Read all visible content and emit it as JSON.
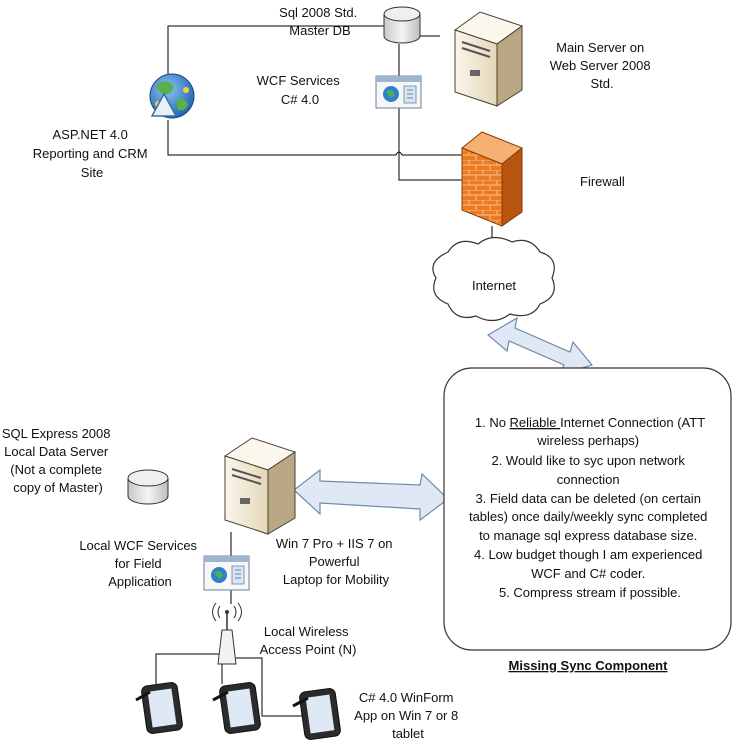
{
  "colors": {
    "server_light": "#f2ead8",
    "server_dark": "#b9a883",
    "firewall": "#e8741f",
    "arrow_fill": "#dfe8f4",
    "arrow_stroke": "#6f8caa",
    "cloud": "#ffffff",
    "globe": "#2a77c9"
  },
  "labels": {
    "master_db": [
      "Sql 2008 Std.",
      "Master DB"
    ],
    "wcf_services": [
      "WCF Services",
      "C# 4.0"
    ],
    "main_server": [
      "Main Server on",
      "Web Server 2008",
      "Std."
    ],
    "aspnet_site": [
      "ASP.NET 4.0",
      "Reporting and CRM",
      "Site"
    ],
    "firewall": "Firewall",
    "internet": "Internet",
    "sql_express": [
      "SQL Express 2008",
      "Local Data Server",
      "(Not a complete",
      "copy of Master)"
    ],
    "local_wcf": [
      "Local WCF Services",
      "for Field",
      "Application"
    ],
    "laptop": [
      "Win 7 Pro + IIS 7 on",
      "Powerful",
      "Laptop for Mobility"
    ],
    "access_point": [
      "Local Wireless",
      "Access Point (N)"
    ],
    "tablet_app": [
      "C# 4.0 WinForm",
      "App on Win 7 or 8",
      "tablet"
    ]
  },
  "sync_box": {
    "item1_pre": "1. No ",
    "item1_underlined": "Reliable ",
    "item1_post": "Internet Connection (ATT",
    "lines": [
      "wireless perhaps)",
      "2. Would like to syc upon network",
      "connection",
      "3. Field data can be deleted (on certain",
      "tables) once daily/weekly sync completed",
      "to manage sql express database size.",
      "4. Low budget though I am experienced",
      "WCF and C# coder.",
      "5. Compress stream if possible."
    ],
    "caption": "Missing Sync Component"
  }
}
